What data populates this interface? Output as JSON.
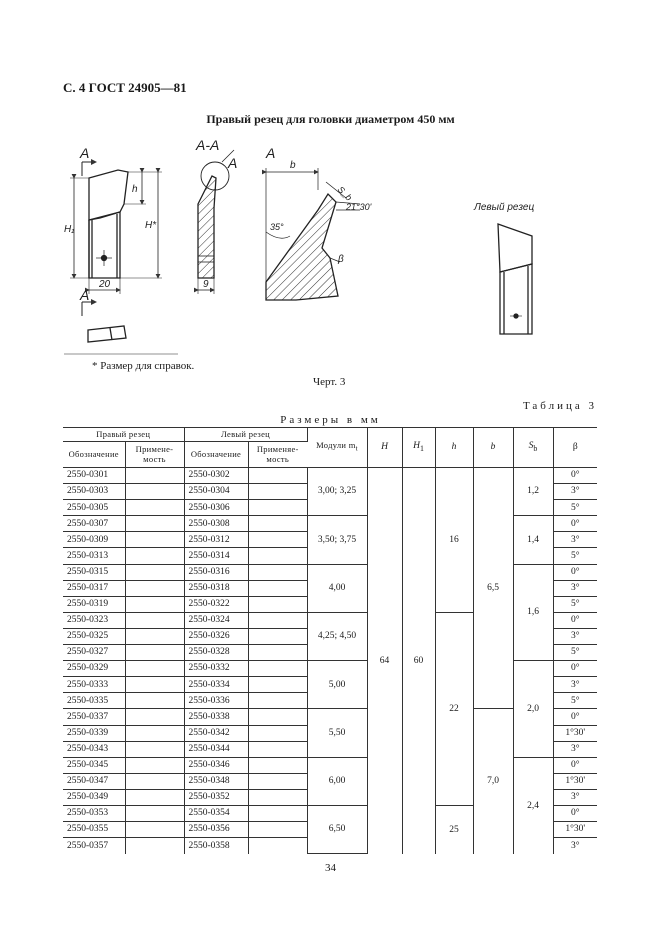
{
  "header": "С. 4 ГОСТ 24905—81",
  "figure_title": "Правый резец для головки диаметром 450 мм",
  "drawing_labels": {
    "section_a": "A",
    "section_aa": "A-A",
    "dim_h1": "H₁",
    "dim_h_ref": "H*",
    "dim_h": "h",
    "dim_20": "20",
    "dim_9": "9",
    "dim_b": "b",
    "dim_sb": "S_b",
    "angle_21": "21°30'",
    "angle_35": "35°",
    "beta": "β",
    "left_cutter": "Левый резец"
  },
  "footnote": "* Размер для справок.",
  "caption": "Черт. 3",
  "table_label": "Таблица 3",
  "table_caption": "Размеры в мм",
  "table": {
    "headers": {
      "right": "Правый резец",
      "left": "Левый резец",
      "designation": "Обозначение",
      "applicability_right": "Примене-мость",
      "applicability_left": "Применяе-мость",
      "module": "Модули m",
      "module_sub": "t",
      "H": "H",
      "H1": "H",
      "H1_sub": "1",
      "h": "h",
      "b": "b",
      "Sb": "S",
      "Sb_sub": "b",
      "beta": "β"
    },
    "rows": [
      {
        "right": "2550-0301",
        "left": "2550-0302",
        "beta": "0°"
      },
      {
        "right": "2550-0303",
        "left": "2550-0304",
        "beta": "3°"
      },
      {
        "right": "2550-0305",
        "left": "2550-0306",
        "beta": "5°"
      },
      {
        "right": "2550-0307",
        "left": "2550-0308",
        "beta": "0°"
      },
      {
        "right": "2550-0309",
        "left": "2550-0312",
        "beta": "3°"
      },
      {
        "right": "2550-0313",
        "left": "2550-0314",
        "beta": "5°"
      },
      {
        "right": "2550-0315",
        "left": "2550-0316",
        "beta": "0°"
      },
      {
        "right": "2550-0317",
        "left": "2550-0318",
        "beta": "3°"
      },
      {
        "right": "2550-0319",
        "left": "2550-0322",
        "beta": "5°"
      },
      {
        "right": "2550-0323",
        "left": "2550-0324",
        "beta": "0°"
      },
      {
        "right": "2550-0325",
        "left": "2550-0326",
        "beta": "3°"
      },
      {
        "right": "2550-0327",
        "left": "2550-0328",
        "beta": "5°"
      },
      {
        "right": "2550-0329",
        "left": "2550-0332",
        "beta": "0°"
      },
      {
        "right": "2550-0333",
        "left": "2550-0334",
        "beta": "3°"
      },
      {
        "right": "2550-0335",
        "left": "2550-0336",
        "beta": "5°"
      },
      {
        "right": "2550-0337",
        "left": "2550-0338",
        "beta": "0°"
      },
      {
        "right": "2550-0339",
        "left": "2550-0342",
        "beta": "1°30'"
      },
      {
        "right": "2550-0343",
        "left": "2550-0344",
        "beta": "3°"
      },
      {
        "right": "2550-0345",
        "left": "2550-0346",
        "beta": "0°"
      },
      {
        "right": "2550-0347",
        "left": "2550-0348",
        "beta": "1°30'"
      },
      {
        "right": "2550-0349",
        "left": "2550-0352",
        "beta": "3°"
      },
      {
        "right": "2550-0353",
        "left": "2550-0354",
        "beta": "0°"
      },
      {
        "right": "2550-0355",
        "left": "2550-0356",
        "beta": "1°30'"
      },
      {
        "right": "2550-0357",
        "left": "2550-0358",
        "beta": "3°"
      }
    ],
    "modules": [
      {
        "value": "3,00; 3,25",
        "span": 3
      },
      {
        "value": "3,50; 3,75",
        "span": 3
      },
      {
        "value": "4,00",
        "span": 3
      },
      {
        "value": "4,25; 4,50",
        "span": 3
      },
      {
        "value": "5,00",
        "span": 3
      },
      {
        "value": "5,50",
        "span": 3
      },
      {
        "value": "6,00",
        "span": 3
      },
      {
        "value": "6,50",
        "span": 3
      }
    ],
    "H": "64",
    "H1": "60",
    "h_groups": [
      {
        "value": "16",
        "span": 9
      },
      {
        "value": "22",
        "span": 12
      },
      {
        "value": "25",
        "span": 3
      }
    ],
    "b_groups": [
      {
        "value": "6,5",
        "span": 15
      },
      {
        "value": "7,0",
        "span": 9
      }
    ],
    "sb_groups": [
      {
        "value": "1,2",
        "span": 3
      },
      {
        "value": "1,4",
        "span": 3
      },
      {
        "value": "1,6",
        "span": 6
      },
      {
        "value": "2,0",
        "span": 6
      },
      {
        "value": "2,4",
        "span": 6
      }
    ]
  },
  "page_number": "34"
}
